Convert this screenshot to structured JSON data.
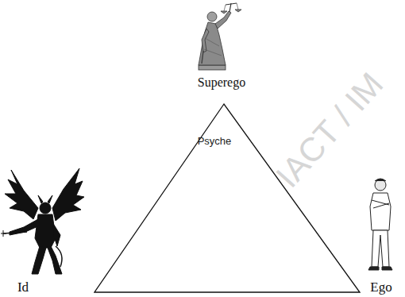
{
  "diagram": {
    "nodes": [
      {
        "text": [
          "Psyche"
        ]
      }
    ],
    "labels": [
      "Superego",
      "Id",
      "Ego",
      "IACT / IM"
    ]
  }
}
